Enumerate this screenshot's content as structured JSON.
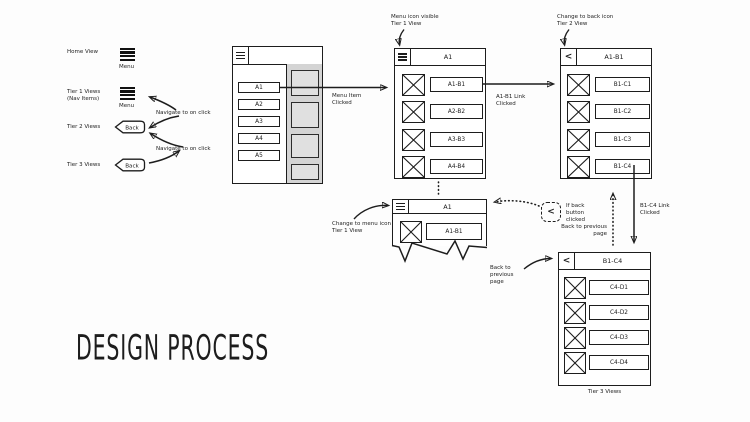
{
  "page": {
    "title": "DESIGN PROCESS"
  },
  "colors": {
    "ink": "#1d1d1d",
    "dim_panel": "#d4d4d4",
    "dim_block": "#e0e0e0",
    "background": "#fdfdfd"
  },
  "icons": {
    "back_glyph": "<",
    "menu": "menu-icon",
    "back": "back-icon",
    "image_placeholder": "image-placeholder-icon"
  },
  "legend": {
    "home": {
      "label": "Home View",
      "icon_caption": "Menu"
    },
    "tier1": {
      "label": "Tier 1 Views",
      "sublabel": "(Nav Items)",
      "icon_caption": "Menu"
    },
    "tier2": {
      "label": "Tier 2 Views",
      "button": "Back"
    },
    "tier3": {
      "label": "Tier 3 Views",
      "button": "Back"
    },
    "note1": "Navigate to on click",
    "note2": "Navigate to on click"
  },
  "screens": {
    "home_menu": {
      "nav_items": [
        "A1",
        "A2",
        "A3",
        "A4",
        "A5"
      ]
    },
    "tier1": {
      "title": "A1",
      "links": [
        "A1-B1",
        "A2-B2",
        "A3-B3",
        "A4-B4"
      ]
    },
    "tier2": {
      "title": "A1-B1",
      "links": [
        "B1-C1",
        "B1-C2",
        "B1-C3",
        "B1-C4"
      ]
    },
    "tier1_return": {
      "title": "A1",
      "links": [
        "A1-B1"
      ]
    },
    "tier3": {
      "title": "B1-C4",
      "links": [
        "C4-D1",
        "C4-D2",
        "C4-D3",
        "C4-D4"
      ],
      "caption": "Tier 3 Views"
    }
  },
  "annotations": {
    "menu_item_clicked": "Menu Item Clicked",
    "menu_icon_visible": "Menu icon visible",
    "menu_icon_visible_sub": "Tier 1 View",
    "a1b1_link_clicked": "A1-B1 Link Clicked",
    "change_to_back_icon": "Change to back icon",
    "change_to_back_icon_sub": "Tier 2 View",
    "b1c4_link_clicked": "B1-C4 Link Clicked",
    "change_to_menu_icon": "Change to menu icon",
    "change_to_menu_icon_sub": "Tier 1 View",
    "if_back_clicked": "If back button clicked",
    "back_to_previous_dashed": "Back to previous page",
    "back_to_previous_tier3": "Back to previous page"
  }
}
